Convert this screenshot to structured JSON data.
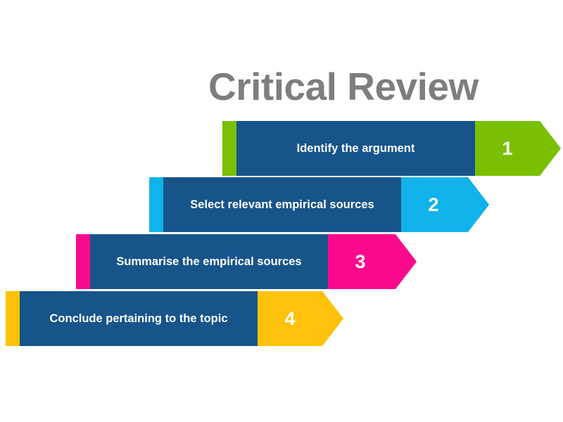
{
  "slide": {
    "title": "Critical Review",
    "title_color": "#7e7e7e",
    "background_color": "#ffffff",
    "body_color": "#17548a"
  },
  "steps": [
    {
      "number": "1",
      "label": "Identify the argument",
      "accent_color": "#7ac000",
      "arrow_color": "#7ac000",
      "body_color": "#17548a"
    },
    {
      "number": "2",
      "label": "Select relevant empirical sources",
      "accent_color": "#11b2ea",
      "arrow_color": "#11b2ea",
      "body_color": "#17548a"
    },
    {
      "number": "3",
      "label": "Summarise the empirical sources",
      "accent_color": "#fc0a8e",
      "arrow_color": "#fc0a8e",
      "body_color": "#17548a"
    },
    {
      "number": "4",
      "label": "Conclude pertaining to the topic",
      "accent_color": "#ffc20a",
      "arrow_color": "#ffc20a",
      "body_color": "#17548a"
    }
  ]
}
